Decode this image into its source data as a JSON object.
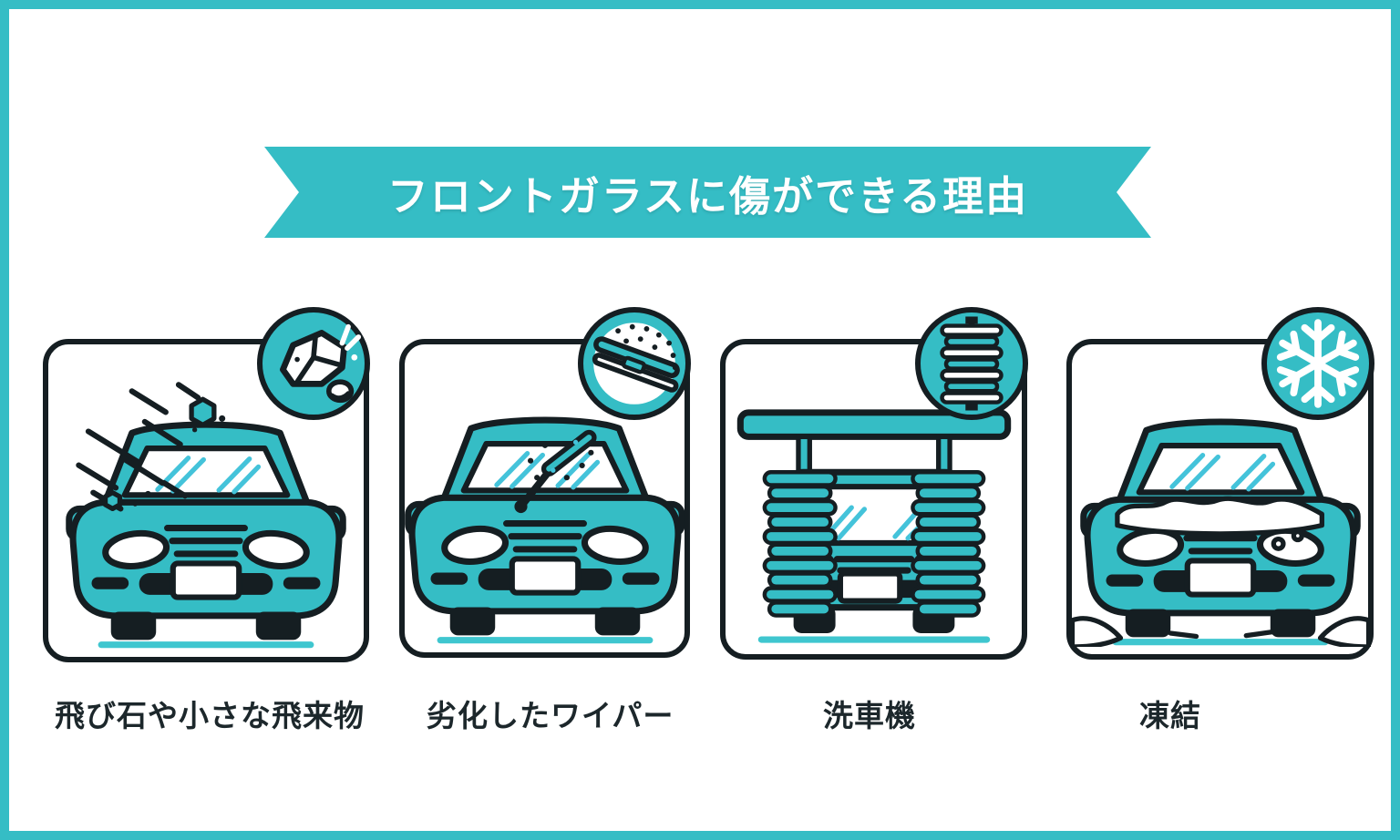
{
  "banner": {
    "title": "フロントガラスに傷ができる理由"
  },
  "panels": [
    {
      "id": "flying-stones",
      "label": "飛び石や小さな飛来物",
      "badge_icon": "stone-icon",
      "scene": "car-hit-by-flying-stones"
    },
    {
      "id": "worn-wiper",
      "label": "劣化したワイパー",
      "badge_icon": "wiper-blade-icon",
      "scene": "car-with-worn-wiper"
    },
    {
      "id": "car-wash",
      "label": "洗車機",
      "badge_icon": "wash-brush-icon",
      "scene": "car-in-wash-machine"
    },
    {
      "id": "freezing",
      "label": "凍結",
      "badge_icon": "snowflake-icon",
      "scene": "frozen-car"
    }
  ],
  "colors": {
    "teal": "#35bdc5",
    "teal_light": "#44c3da",
    "outline": "#151e22",
    "caption_text": "#1c272b",
    "banner_text": "#ffffff",
    "background": "#ffffff"
  }
}
